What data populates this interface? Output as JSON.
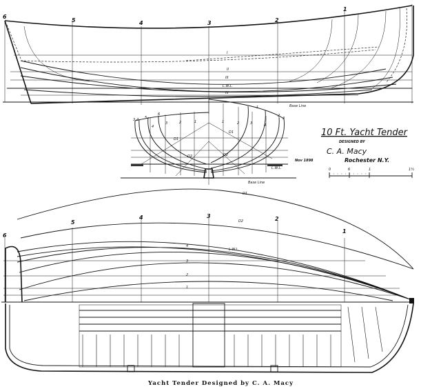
{
  "title_block": {
    "title": "10 Ft. Yacht Tender",
    "designed_by": "DESIGNED BY",
    "designer": "C. A. Macy",
    "location": "Rochester N.Y.",
    "date": "Nov 1898",
    "scale_labels": [
      "0",
      "6",
      "1",
      "1½"
    ]
  },
  "stations": [
    "6",
    "5",
    "4",
    "3",
    "2",
    "1"
  ],
  "waterlines": [
    "I",
    "II",
    "III",
    "L.W.L.",
    "IV"
  ],
  "body_plan": {
    "left_labels": [
      "3",
      "4",
      "5",
      "6",
      "4",
      "3",
      "2",
      "1"
    ],
    "right_labels": [
      "1",
      "2",
      "3",
      "4",
      "1",
      "2",
      "3"
    ],
    "diagonals": [
      "D1",
      "D2",
      "D1",
      "D2"
    ],
    "lwl": "L.W.L.",
    "base_line": "Base Line"
  },
  "profile": {
    "base_line": "Base Line",
    "lwl": "L.W.L."
  },
  "plan": {
    "diagonals": [
      "D1",
      "D2"
    ],
    "lwl": "L.W.L.",
    "buttocks": [
      "1",
      "2",
      "3",
      "4"
    ]
  },
  "caption": "Yacht Tender Designed by C. A. Macy"
}
